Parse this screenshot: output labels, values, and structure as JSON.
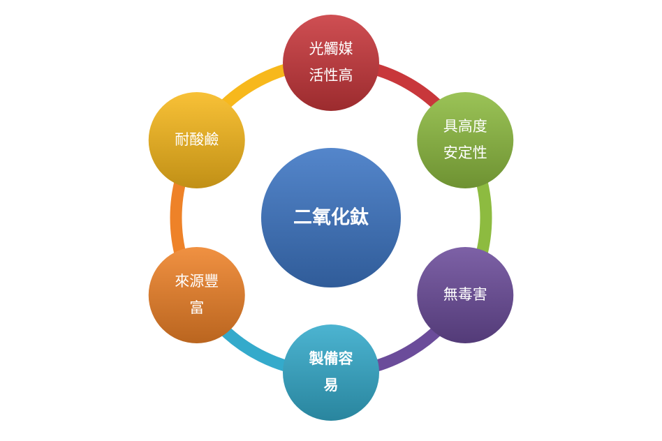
{
  "center": {
    "label": "二氧化鈦",
    "color": "#3D76C4"
  },
  "nodes": [
    {
      "id": "photocatalytic",
      "lines": [
        "光觸媒",
        "活性高"
      ],
      "color": "#C8373B",
      "bold": false
    },
    {
      "id": "stability",
      "lines": [
        "具高度",
        "安定性"
      ],
      "color": "#8DBB40",
      "bold": false
    },
    {
      "id": "non-toxic",
      "lines": [
        "無毒害"
      ],
      "color": "#6B4C9A",
      "bold": false
    },
    {
      "id": "easy-prep",
      "lines": [
        "製備容",
        "易"
      ],
      "color": "#34AACB",
      "bold": true
    },
    {
      "id": "abundant",
      "lines": [
        "來源豐",
        "富"
      ],
      "color": "#EE8228",
      "bold": false
    },
    {
      "id": "acid-base",
      "lines": [
        "耐酸鹼"
      ],
      "color": "#F7B81C",
      "bold": false
    }
  ]
}
